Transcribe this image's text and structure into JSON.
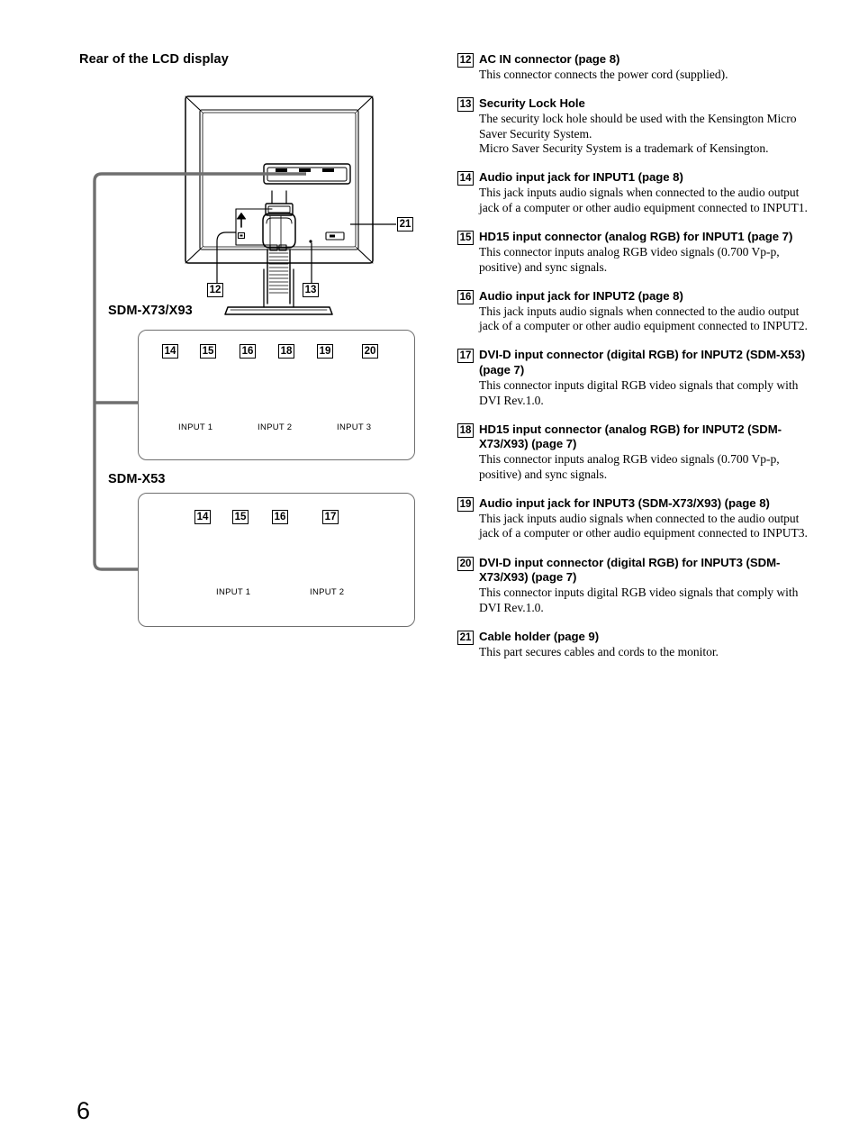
{
  "page": {
    "number": "6"
  },
  "left": {
    "section_title": "Rear of the LCD display",
    "model_label_1": "SDM-X73/X93",
    "model_label_2": "SDM-X53",
    "callouts": {
      "c12": "12",
      "c13": "13",
      "c14": "14",
      "c15": "15",
      "c16": "16",
      "c17": "17",
      "c18": "18",
      "c19": "19",
      "c20": "20",
      "c21": "21"
    },
    "panel_x73": {
      "model": "SDM-X73/X93",
      "callouts": [
        "14",
        "15",
        "16",
        "18",
        "19",
        "20"
      ],
      "inputs": [
        {
          "label": "INPUT 1",
          "connectors": [
            "audio-jack",
            "hd15-connector"
          ]
        },
        {
          "label": "INPUT 2",
          "connectors": [
            "audio-jack",
            "hd15-connector"
          ]
        },
        {
          "label": "INPUT 3",
          "connectors": [
            "audio-jack",
            "dvi-d-connector"
          ]
        }
      ]
    },
    "panel_x53": {
      "model": "SDM-X53",
      "callouts": [
        "14",
        "15",
        "16",
        "17"
      ],
      "inputs": [
        {
          "label": "INPUT 1",
          "connectors": [
            "audio-jack",
            "hd15-connector"
          ]
        },
        {
          "label": "INPUT 2",
          "connectors": [
            "audio-jack",
            "dvi-d-connector"
          ]
        }
      ]
    }
  },
  "right": {
    "entries": [
      {
        "num": "12",
        "head": "AC IN connector (page 8)",
        "body": "This connector connects the power cord (supplied)."
      },
      {
        "num": "13",
        "head": "Security Lock Hole",
        "body": "The security lock hole should be used with the Kensington Micro Saver Security System.\nMicro Saver Security System is a trademark of Kensington."
      },
      {
        "num": "14",
        "head": "Audio input jack for INPUT1 (page 8)",
        "body": "This jack inputs audio signals when connected to the audio output jack of a computer or other audio equipment connected to INPUT1."
      },
      {
        "num": "15",
        "head": "HD15 input connector (analog RGB) for INPUT1 (page 7)",
        "body": "This connector inputs analog RGB video signals (0.700 Vp-p, positive) and sync signals."
      },
      {
        "num": "16",
        "head": "Audio input jack for INPUT2 (page 8)",
        "body": "This jack inputs audio signals when connected to the audio output jack of a computer or other audio equipment connected to INPUT2."
      },
      {
        "num": "17",
        "head": "DVI-D input connector (digital RGB) for INPUT2 (SDM-X53) (page 7)",
        "body": "This connector inputs digital RGB video signals that comply with DVI Rev.1.0."
      },
      {
        "num": "18",
        "head": "HD15 input connector (analog RGB) for INPUT2 (SDM-X73/X93) (page 7)",
        "body": "This connector inputs analog RGB video signals (0.700 Vp-p, positive) and sync signals."
      },
      {
        "num": "19",
        "head": "Audio input jack for INPUT3 (SDM-X73/X93) (page 8)",
        "body": "This jack inputs audio signals when connected to the audio output jack of a computer or other audio equipment connected to INPUT3."
      },
      {
        "num": "20",
        "head": "DVI-D input connector (digital RGB) for INPUT3 (SDM-X73/X93) (page 7)",
        "body": "This connector inputs digital RGB video signals that comply with DVI Rev.1.0."
      },
      {
        "num": "21",
        "head": "Cable holder (page 9)",
        "body": "This part secures cables and cords to the monitor."
      }
    ]
  },
  "colors": {
    "ink": "#000000",
    "leader_gray": "#6f6f6f",
    "panel_outline": "#6f6f6f"
  }
}
